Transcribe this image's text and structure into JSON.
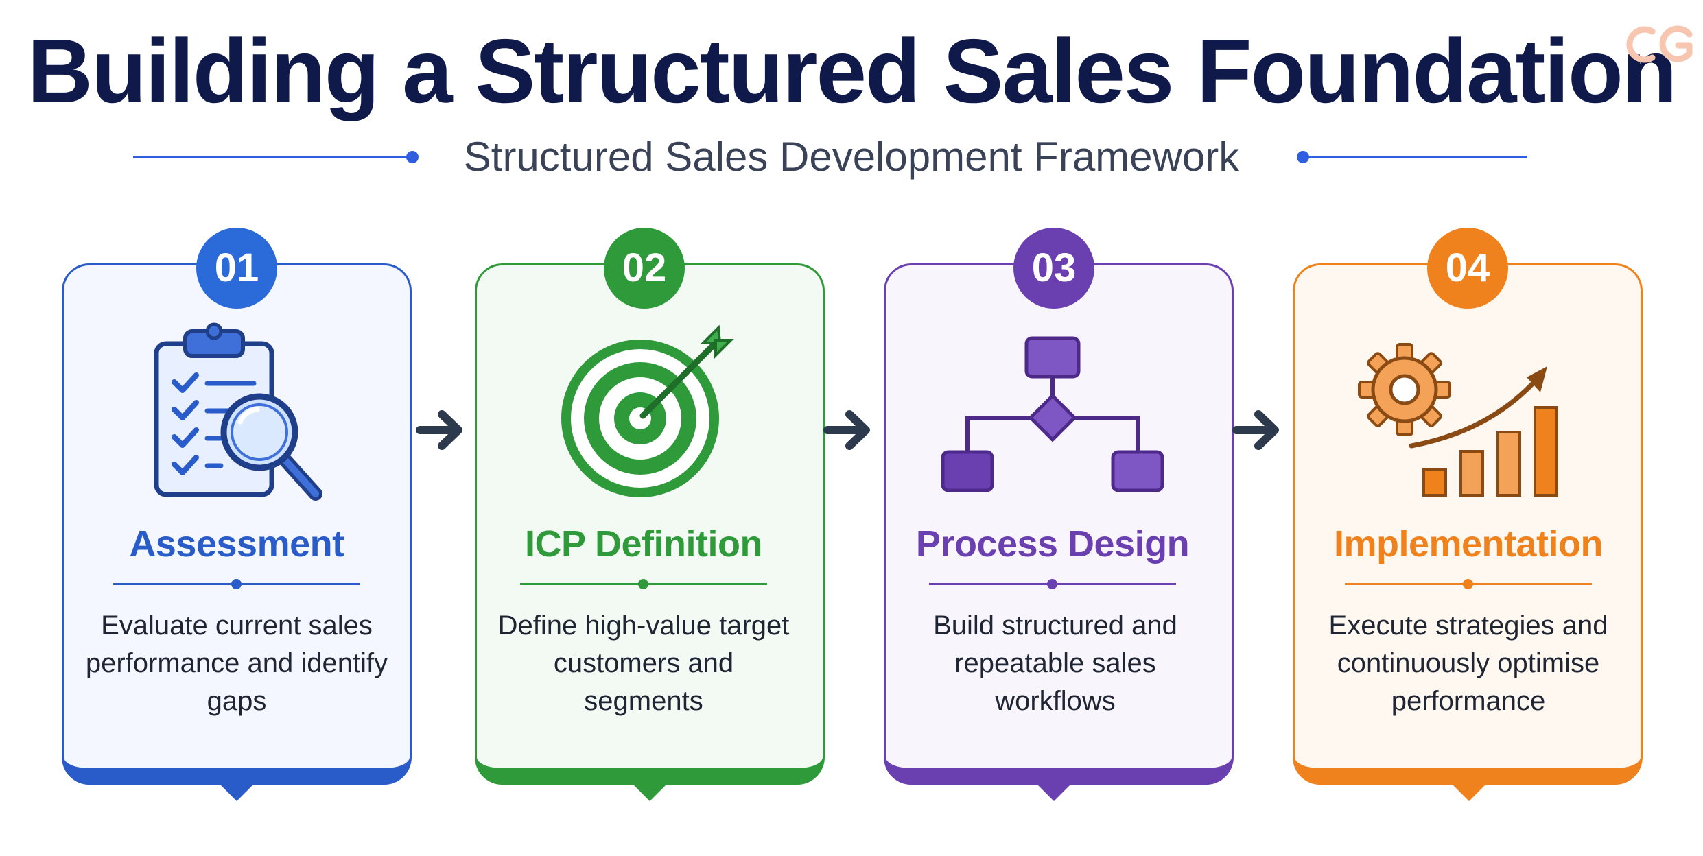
{
  "header": {
    "title": "Building a Structured Sales Foundation",
    "subtitle": "Structured Sales Development Framework",
    "logo_text": "CG"
  },
  "colors": {
    "title": "#0f1a4a",
    "subtitle_accent": "#2f5fe0",
    "arrow": "#2d3a4d"
  },
  "steps": [
    {
      "number": "01",
      "title": "Assessment",
      "description": "Evaluate current sales performance and identify gaps",
      "icon": "clipboard-magnifier-icon",
      "color": "#2a5cc9",
      "bg": "#f4f7ff"
    },
    {
      "number": "02",
      "title": "ICP Definition",
      "description": "Define high-value target customers and segments",
      "icon": "target-arrow-icon",
      "color": "#2e9a3a",
      "bg": "#f3faf3"
    },
    {
      "number": "03",
      "title": "Process Design",
      "description": "Build structured and repeatable sales workflows",
      "icon": "flowchart-icon",
      "color": "#6a3fb0",
      "bg": "#f8f5fd"
    },
    {
      "number": "04",
      "title": "Implementation",
      "description": "Execute strategies and continuously optimise performance",
      "icon": "gear-growth-chart-icon",
      "color": "#f0821e",
      "bg": "#fff8f0"
    }
  ]
}
